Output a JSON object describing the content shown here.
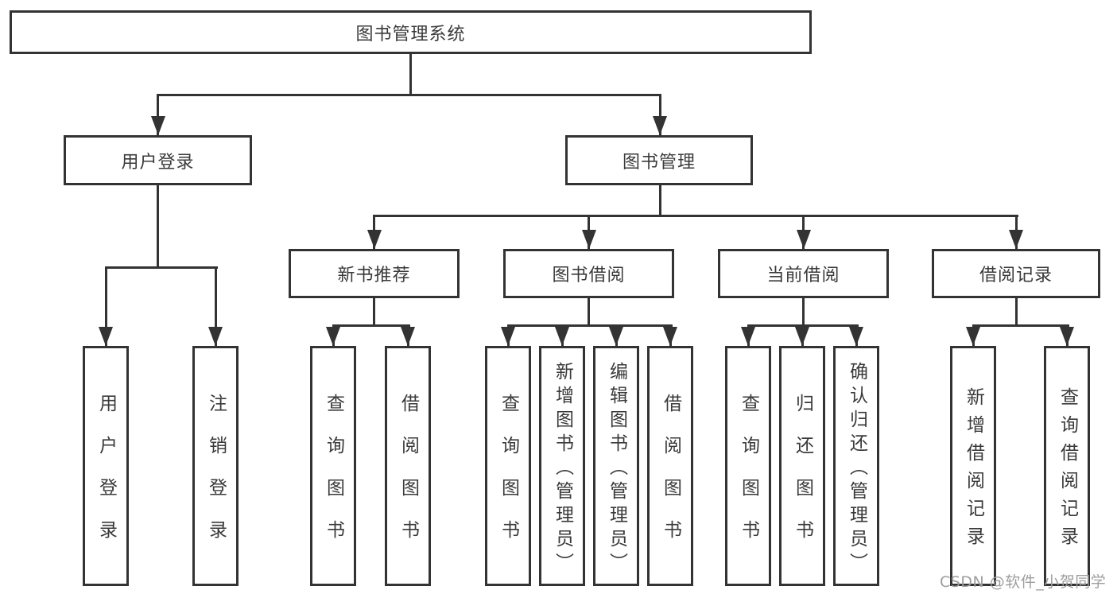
{
  "diagram_type": "tree-functional-structure",
  "colors": {
    "line": "#333333",
    "border": "#333333",
    "text": "#3a3a3a",
    "background": "#ffffff",
    "watermark": "#9e9e9e"
  },
  "nodes": {
    "root": "图书管理系统",
    "level2": [
      "用户登录",
      "图书管理"
    ],
    "level3": [
      "新书推荐",
      "图书借阅",
      "当前借阅",
      "借阅记录"
    ],
    "leaves": {
      "user": [
        "用户登录",
        "注销登录"
      ],
      "recommend": [
        "查询图书",
        "借阅图书"
      ],
      "borrow": [
        "查询图书",
        "新增图书（管理员）",
        "编辑图书（管理员）",
        "借阅图书"
      ],
      "current": [
        "查询图书",
        "归还图书",
        "确认归还（管理员）"
      ],
      "records": [
        "新增借阅记录",
        "查询借阅记录"
      ]
    }
  },
  "watermark": {
    "text": "CSDN @软件_小贺同学"
  }
}
